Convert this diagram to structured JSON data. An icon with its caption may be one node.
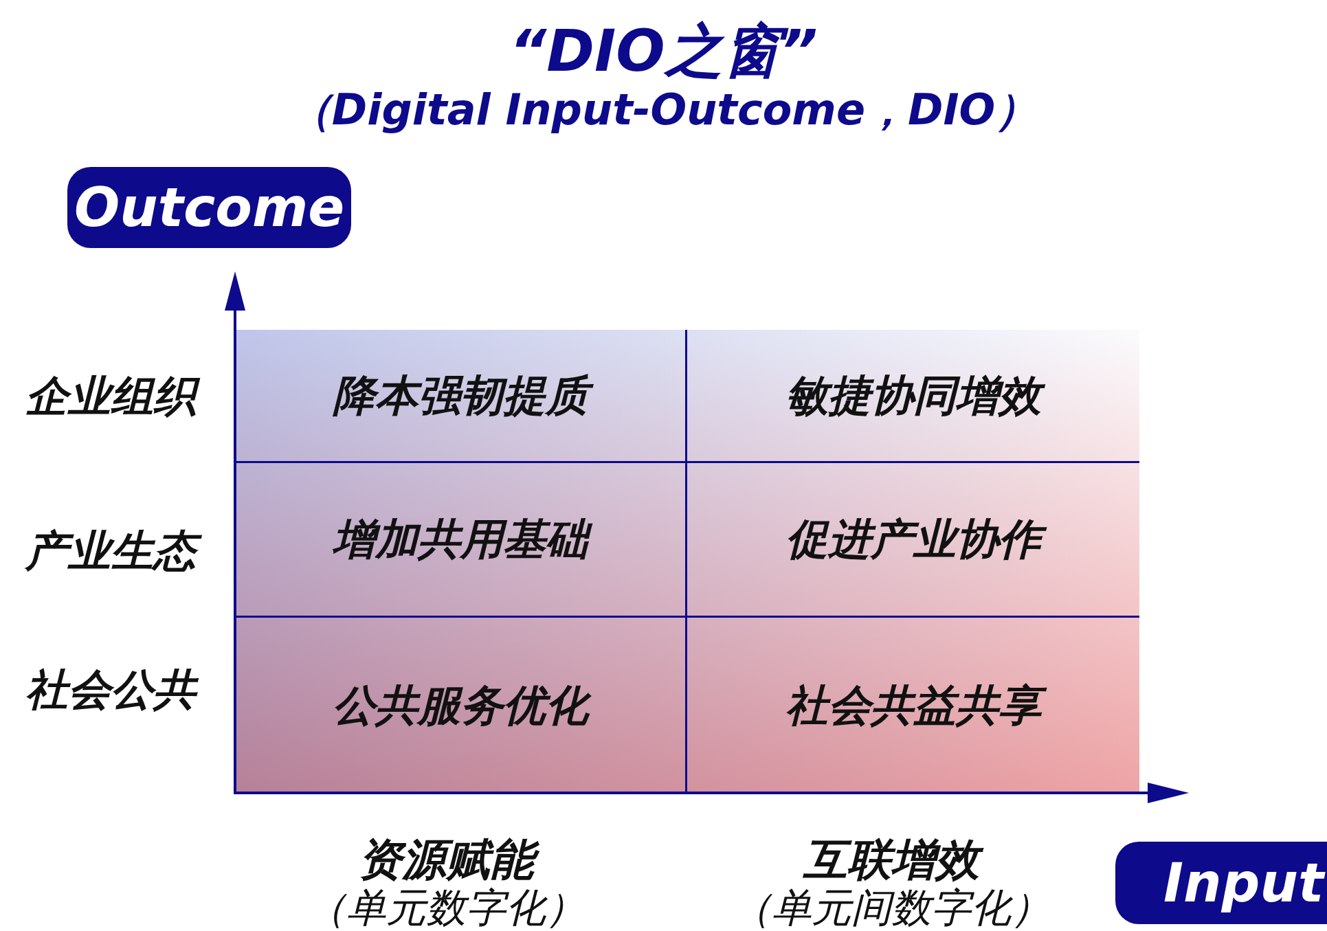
{
  "diagram": {
    "title": "“DIO之窗”",
    "nodes": [
      {
        "text": [
          "Outcome"
        ]
      },
      {
        "text": [
          "降本强韧提质"
        ]
      },
      {
        "text": [
          "敏捷协同增效"
        ]
      },
      {
        "text": [
          "增加共用基础"
        ]
      },
      {
        "text": [
          "促进产业协作"
        ]
      },
      {
        "text": [
          "公共服务优化"
        ]
      },
      {
        "text": [
          "社会共益共享"
        ]
      },
      {
        "text": [
          "Input"
        ]
      }
    ],
    "edges": [],
    "labels": [
      "（Digital Input-Outcome，DIO）",
      "企业组织",
      "产业生态",
      "社会公共",
      "资源赋能",
      "（单元数字化）",
      "互联增效",
      "（单元间数字化）"
    ]
  }
}
